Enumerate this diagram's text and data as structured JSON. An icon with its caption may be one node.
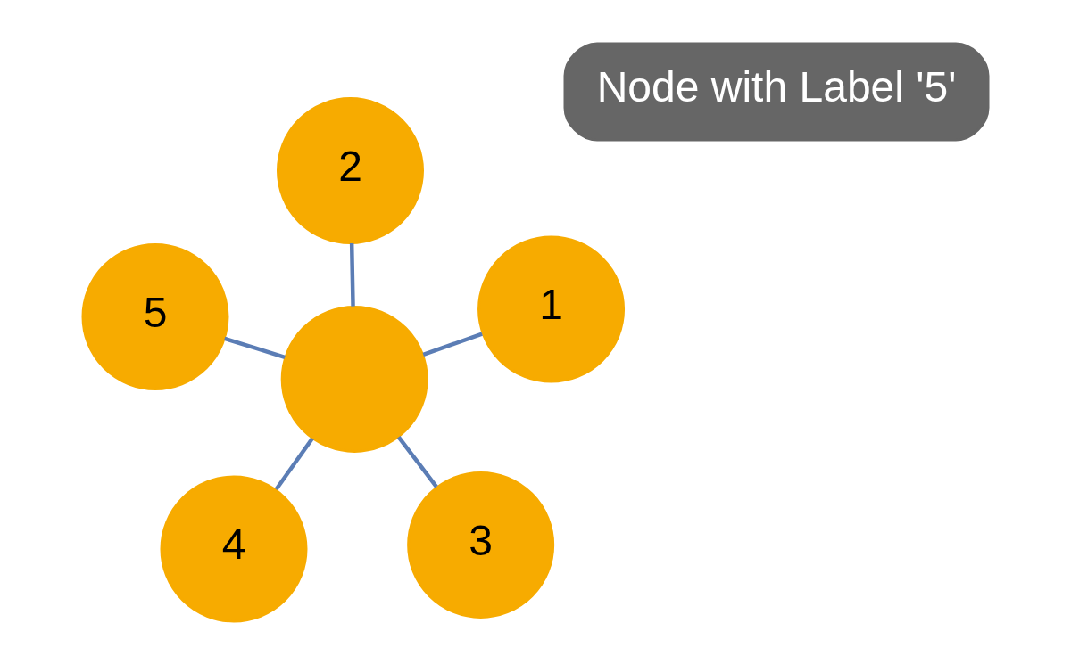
{
  "diagram": {
    "nodes": [
      {
        "text": [
          "4"
        ]
      },
      {
        "text": [
          "3"
        ]
      },
      {
        "text": [],
        "shape": "circle"
      },
      {
        "text": [
          "2"
        ]
      },
      {
        "text": [
          "1"
        ]
      },
      {
        "text": [
          "5"
        ]
      },
      {
        "text": [
          "Node with Label '5'"
        ]
      }
    ],
    "edges": [
      {
        "from": 2,
        "to": 0,
        "arrow": "none"
      },
      {
        "from": 2,
        "to": 1,
        "arrow": "none"
      },
      {
        "from": 2,
        "to": 3,
        "arrow": "none"
      },
      {
        "from": 2,
        "to": 4,
        "arrow": "none"
      },
      {
        "from": 2,
        "to": 5,
        "arrow": "none"
      }
    ]
  }
}
